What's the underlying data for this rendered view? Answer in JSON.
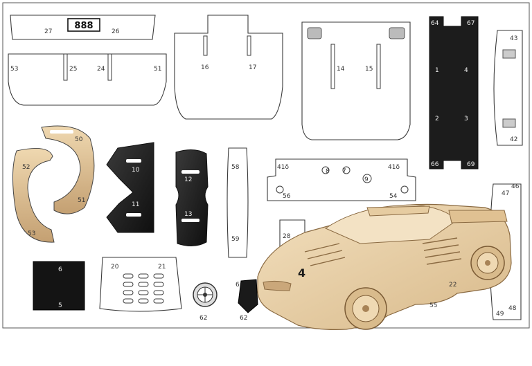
{
  "plate_text": "888",
  "labels": {
    "p26": "26",
    "p27": "27",
    "p53a": "53",
    "p25": "25",
    "p24": "24",
    "p51a": "51",
    "p16": "16",
    "p17": "17",
    "p14": "14",
    "p15": "15",
    "p64": "64",
    "p67": "67",
    "p1": "1",
    "p4": "4",
    "p2": "2",
    "p3": "3",
    "p66": "66",
    "p69": "69",
    "p43": "43",
    "p42": "42",
    "p50": "50",
    "p52": "52",
    "p51b": "51",
    "p53b": "53",
    "p10": "10",
    "p11": "11",
    "p12": "12",
    "p13": "13",
    "p58": "58",
    "p59": "59",
    "p41a": "41δ",
    "p41b": "41δ",
    "p8": "8",
    "p7": "7",
    "p9": "9",
    "p56": "56",
    "p54": "54",
    "p47": "47",
    "p46": "46",
    "p49": "49",
    "p48": "48",
    "p28": "28",
    "p6a": "6",
    "p5": "5",
    "p20": "20",
    "p21": "21",
    "p62a": "62",
    "p6b": "6",
    "p62b": "62",
    "p22": "22",
    "p55": "55"
  },
  "overlay": {
    "image": "assembled-wooden-car-model",
    "hood_mark": "4"
  },
  "colors": {
    "outline": "#3a3a3a",
    "dark_panel": "#1c1c1c",
    "plywood": "#e8d2ad",
    "plywood_shade": "#c9a879"
  }
}
